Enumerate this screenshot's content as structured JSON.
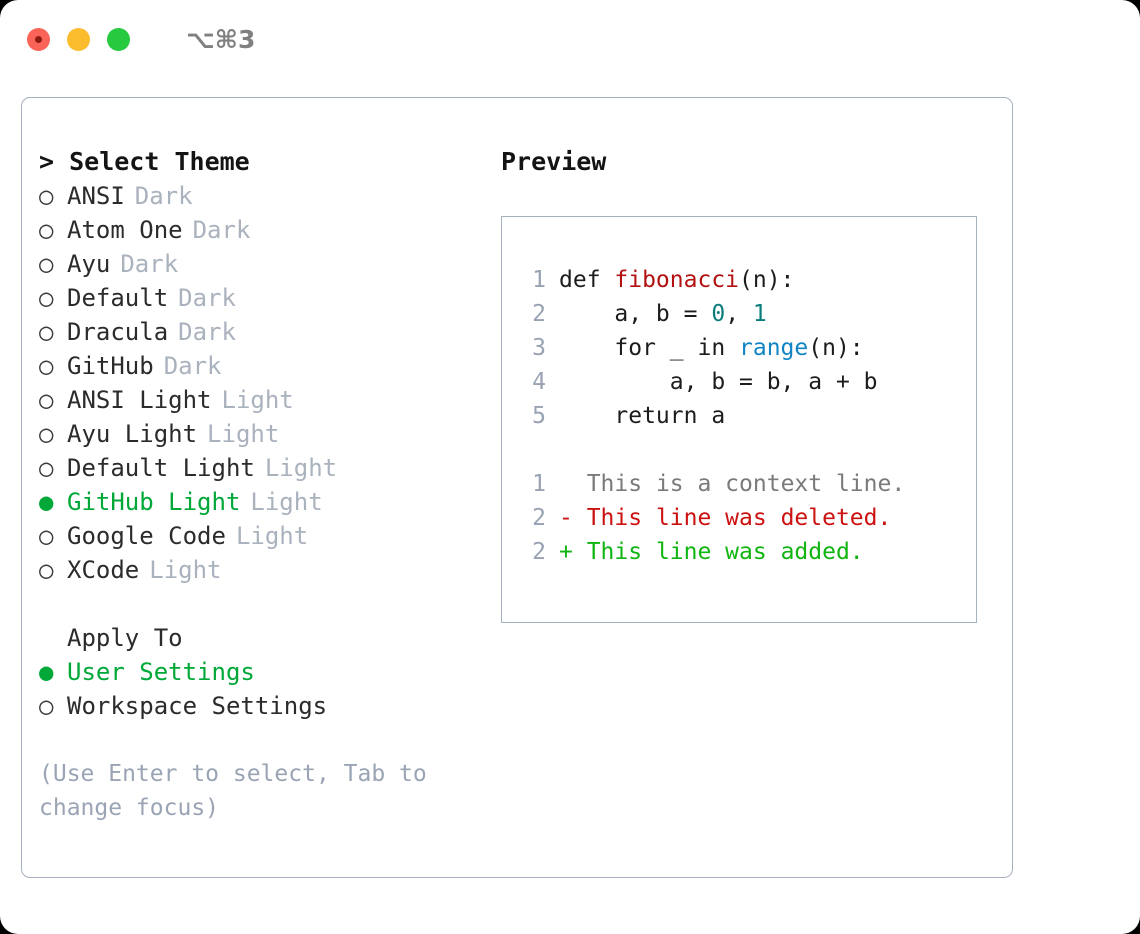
{
  "titlebar": {
    "shortcut": "⌥⌘3",
    "buttons": [
      {
        "name": "close",
        "color": "#fa6458"
      },
      {
        "name": "minimize",
        "color": "#fbbd2e"
      },
      {
        "name": "zoom",
        "color": "#27c93f"
      }
    ]
  },
  "theme_list": {
    "header": "> Select Theme",
    "marker_selected": "●",
    "marker_unselected": "○",
    "items": [
      {
        "label": "ANSI",
        "kind": "Dark",
        "selected": false
      },
      {
        "label": "Atom One",
        "kind": "Dark",
        "selected": false
      },
      {
        "label": "Ayu",
        "kind": "Dark",
        "selected": false
      },
      {
        "label": "Default",
        "kind": "Dark",
        "selected": false
      },
      {
        "label": "Dracula",
        "kind": "Dark",
        "selected": false
      },
      {
        "label": "GitHub",
        "kind": "Dark",
        "selected": false
      },
      {
        "label": "ANSI Light",
        "kind": "Light",
        "selected": false
      },
      {
        "label": "Ayu Light",
        "kind": "Light",
        "selected": false
      },
      {
        "label": "Default Light",
        "kind": "Light",
        "selected": false
      },
      {
        "label": "GitHub Light",
        "kind": "Light",
        "selected": true
      },
      {
        "label": "Google Code",
        "kind": "Light",
        "selected": false
      },
      {
        "label": "XCode",
        "kind": "Light",
        "selected": false
      }
    ]
  },
  "apply_to": {
    "header": "Apply To",
    "items": [
      {
        "label": "User Settings",
        "selected": true
      },
      {
        "label": "Workspace Settings",
        "selected": false
      }
    ]
  },
  "hint": "(Use Enter to select, Tab to change focus)",
  "preview": {
    "title": "Preview",
    "code_lines": [
      {
        "number": "1",
        "tokens": [
          {
            "text": "def ",
            "type": "plain"
          },
          {
            "text": "fibonacci",
            "type": "func"
          },
          {
            "text": "(n):",
            "type": "plain"
          }
        ]
      },
      {
        "number": "2",
        "tokens": [
          {
            "text": "    a, b = ",
            "type": "plain"
          },
          {
            "text": "0",
            "type": "num"
          },
          {
            "text": ", ",
            "type": "plain"
          },
          {
            "text": "1",
            "type": "num"
          }
        ]
      },
      {
        "number": "3",
        "tokens": [
          {
            "text": "    for _ in ",
            "type": "plain"
          },
          {
            "text": "range",
            "type": "call"
          },
          {
            "text": "(n):",
            "type": "plain"
          }
        ]
      },
      {
        "number": "4",
        "tokens": [
          {
            "text": "        a, b = b, a + b",
            "type": "plain"
          }
        ]
      },
      {
        "number": "5",
        "tokens": [
          {
            "text": "    return a",
            "type": "plain"
          }
        ]
      }
    ],
    "diff_lines": [
      {
        "number": "1",
        "sign": " ",
        "text": "This is a context line.",
        "type": "context"
      },
      {
        "number": "2",
        "sign": "-",
        "text": "This line was deleted.",
        "type": "deleted"
      },
      {
        "number": "2",
        "sign": "+",
        "text": "This line was added.",
        "type": "added"
      }
    ]
  },
  "colors": {
    "accent_green": "#00a838",
    "muted": "#aab2bd",
    "hint": "#9aa4b4",
    "border": "#a7b0c0",
    "func": "#b31212",
    "number": "#0c7d7d",
    "call": "#1184c4",
    "diff_add": "#11b511",
    "diff_del": "#cc1111",
    "diff_ctx": "#7a7a7a",
    "line_number": "#98a2b3"
  }
}
